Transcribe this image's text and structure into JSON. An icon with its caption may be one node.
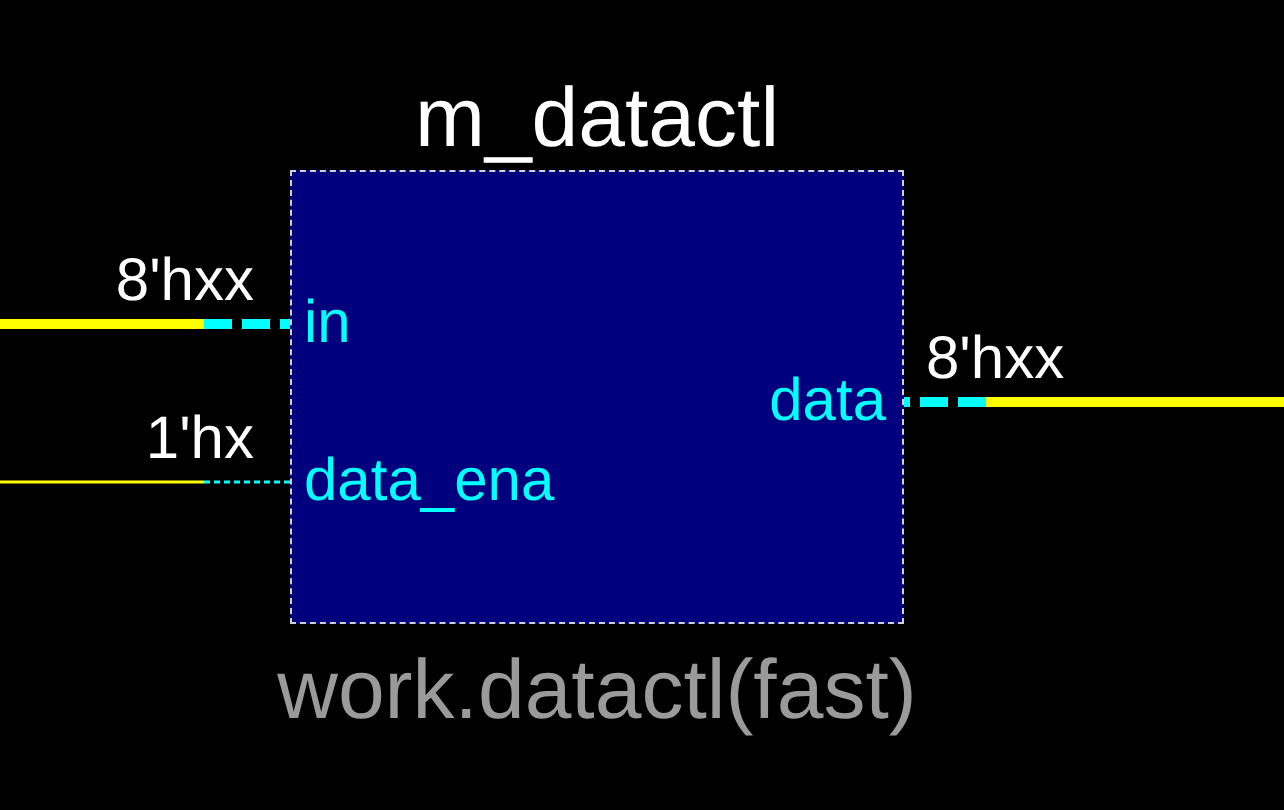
{
  "diagram": {
    "nodes": [
      {
        "text": [
          "m_datactl",
          "work.datactl(fast)"
        ]
      },
      {
        "text": [
          "in"
        ],
        "in": 0
      },
      {
        "text": [
          "data_ena"
        ],
        "in": 0
      },
      {
        "text": [
          "data"
        ],
        "in": 0
      }
    ],
    "edges": [
      {
        "from": null,
        "to": 1,
        "arrow": "none",
        "label": "8'hxx"
      },
      {
        "from": null,
        "to": 2,
        "arrow": "none",
        "label": "1'hx"
      },
      {
        "from": 3,
        "to": null,
        "arrow": "none",
        "label": "8'hxx"
      }
    ]
  }
}
